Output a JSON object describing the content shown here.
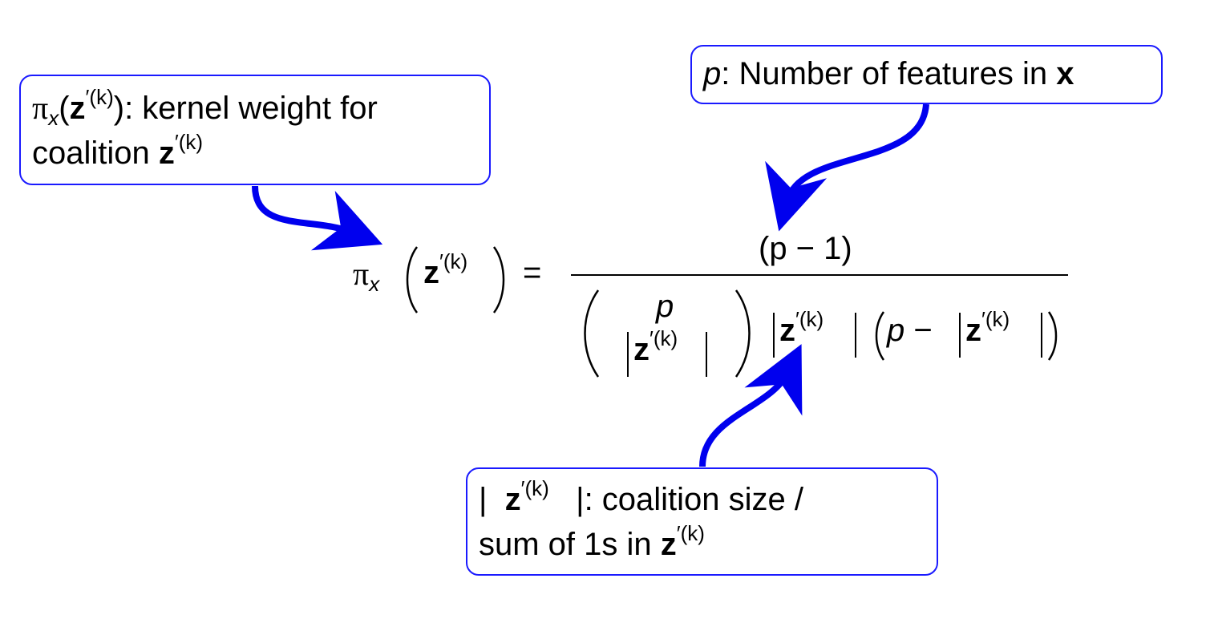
{
  "callouts": {
    "kernel": {
      "symbol_pi": "π",
      "symbol_sub": "x",
      "open": "(",
      "z": "z",
      "sup": "′(k)",
      "close": ")",
      "text1": ":  kernel weight for",
      "text2": "coalition ",
      "z2": "z",
      "sup2": "′(k)"
    },
    "features": {
      "p": "p",
      "text": ":  Number of features in ",
      "x": "x"
    },
    "size": {
      "bar1": "|",
      "z": "z",
      "sup": "′(k)",
      "bar2": "|",
      "text1": ":  coalition size /",
      "text2": "sum of 1s in ",
      "z2": "z",
      "sup2": "′(k)"
    }
  },
  "equation": {
    "pi": "π",
    "pi_sub": "x",
    "z": "z",
    "sup": "′(k)",
    "equals": "=",
    "numerator": "(p − 1)",
    "binom_top": "p",
    "binom_bottom_z": "z",
    "binom_bottom_sup": "′(k)",
    "abs_z": "z",
    "abs_sup": "′(k)",
    "p": "p",
    "minus": "−",
    "abs2_z": "z",
    "abs2_sup": "′(k)"
  },
  "colors": {
    "accent": "#1a1aff",
    "arrow": "#0000ee"
  }
}
